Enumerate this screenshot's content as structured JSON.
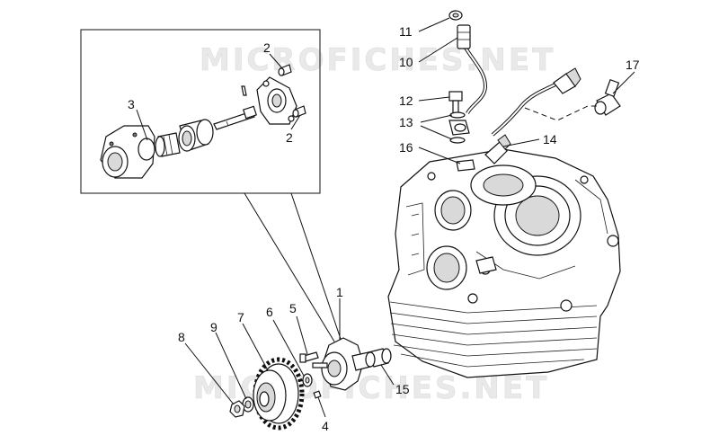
{
  "watermark": {
    "text": "MICROFICHES.NET"
  },
  "callouts": [
    "1",
    "2",
    "2",
    "3",
    "4",
    "5",
    "6",
    "7",
    "8",
    "9",
    "10",
    "11",
    "12",
    "13",
    "14",
    "15",
    "16",
    "17"
  ]
}
